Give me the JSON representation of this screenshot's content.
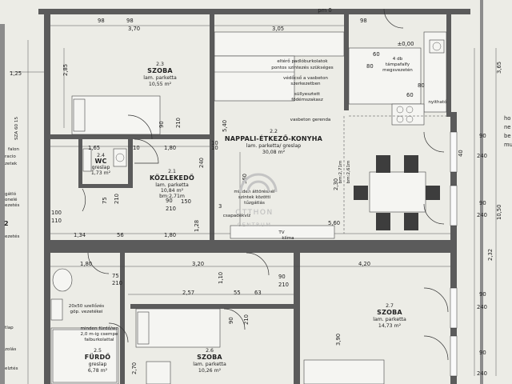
{
  "rooms": {
    "szoba_23": {
      "num": "2.3",
      "name": "SZOBA",
      "floor": "lam. parketta",
      "area": "10,55 m²"
    },
    "nappali_22": {
      "num": "2.2",
      "name": "NAPPALI-ÉTKEZŐ-KONYHA",
      "floor": "lam. parketta/ greslap",
      "area": "30,08 m²"
    },
    "wc_24": {
      "num": "2.4",
      "name": "WC",
      "floor": "greslap",
      "area": "1,73 m²"
    },
    "kozlekedo_21": {
      "num": "2.1",
      "name": "KÖZLEKEDŐ",
      "floor": "lam. parketta",
      "area": "10,84 m²",
      "height": "bm:2,71m"
    },
    "szoba_27": {
      "num": "2.7",
      "name": "SZOBA",
      "floor": "lam. parketta",
      "area": "14,73 m²"
    },
    "szoba_26": {
      "num": "2.6",
      "name": "SZOBA",
      "floor": "lam. parketta",
      "area": "10,26 m²"
    },
    "furdo_25": {
      "num": "2.5",
      "name": "FÜRDŐ",
      "floor": "greslap",
      "area": "6,78 m²"
    }
  },
  "notes": {
    "padlo_1": "eltérő padlóburkolatok",
    "padlo_2": "pontos szintezés szükséges",
    "vedocso_1": "védőcső a vasbeton",
    "vedocso_2": "szerkezetben",
    "sullyesztett_1": "süllyesztett",
    "sullyesztett_2": "födémszakasz",
    "vasbeton": "vasbeton gerenda",
    "tampa_1": "4 db",
    "tampa_2": "támpafalfy",
    "tampa_3": "megsvezetén",
    "level": "±0,00",
    "bm_1": "bm:2,71m",
    "bm_2": "bm:2,61m",
    "szintek_1": "minden áttörésnél",
    "szintek_2": "szintek közötti",
    "szintek_3": "tűzgátlás",
    "csapadek": "csapadékvíz",
    "tv": "TV",
    "klima": "klíma",
    "furdo_note_1": "minden fürdő/wc",
    "furdo_note_2": "2,0 m-ig csempe",
    "furdo_note_3": "falburkolattal",
    "szelloz_1": "20x50 szellőzés",
    "szelloz_2": "göp. vezetékei",
    "left_1": "falon",
    "left_2": "racio",
    "left_3": "zetek",
    "left_4": "gátló",
    "left_5": "onelé",
    "left_6": "ezetés",
    "left_7": "ezetés",
    "left_8": "tlap",
    "left_9": "zolás",
    "left_10": "elztés",
    "right_1": "ho",
    "right_2": "ne",
    "right_3": "be",
    "right_4": "mu",
    "ntf": "nyitható",
    "rw": "pm 0",
    "level_left": "2",
    "sza": "SZA 60 15"
  },
  "dimensions": {
    "d_98a": "98",
    "d_37": "3,70",
    "d_98b": "98",
    "d_305": "3,05",
    "d_98c": "98",
    "d_285": "2,85",
    "d_90a": "90",
    "d_210a": "210",
    "d_540": "5,40",
    "d_165": "1,65",
    "d_10a": "10",
    "d_180a": "1,80",
    "d_10b": "10",
    "d_75a": "75",
    "d_210b": "210",
    "d_100": "100",
    "d_110": "110",
    "d_90b": "90",
    "d_210c": "210",
    "d_134": "1,34",
    "d_56": "56",
    "d_180b": "1,80",
    "d_128": "1,28",
    "d_560": "5,60",
    "d_10c": "10",
    "d_180c": "1,80",
    "d_320": "3,20",
    "d_420": "4,20",
    "d_75b": "75",
    "d_210d": "210",
    "d_257": "2,57",
    "d_55": "55",
    "d_63": "63",
    "d_210e": "210",
    "d_90c": "90",
    "d_90d": "90",
    "d_390": "3,90",
    "d_270": "2,70",
    "d_90e": "90",
    "d_240a": "240",
    "d_90f": "90",
    "d_240b": "240",
    "d_90g": "90",
    "d_240c": "240",
    "d_90h": "90",
    "d_240d": "240",
    "d_365": "3,65",
    "d_1050": "10,50",
    "d_232": "2,32",
    "d_40": "40",
    "d_125": "1,25",
    "d_60a": "60",
    "d_80a": "80",
    "d_60b": "60",
    "d_80b": "80",
    "d_110b": "1,10",
    "d_150": "150",
    "d_210f": "210",
    "d_3": "3",
    "d_240e": "240",
    "d_560b": "560",
    "d_230": "2,30"
  },
  "watermark": {
    "top": "OTTHON",
    "bottom": "CENTRUM"
  }
}
